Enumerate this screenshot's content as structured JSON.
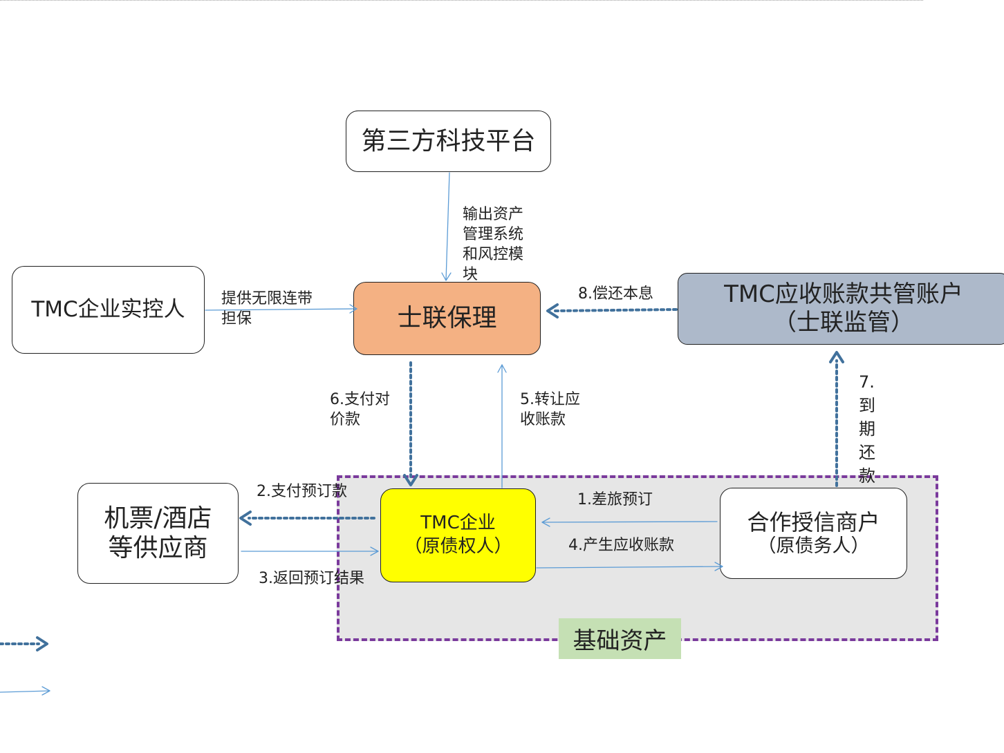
{
  "nodes": {
    "platform": "第三方科技平台",
    "controller": "TMC企业实控人",
    "factoring": "士联保理",
    "account": {
      "line1": "TMC应收账款共管账户",
      "line2": "（士联监管）"
    },
    "supplier": {
      "line1": "机票/酒店",
      "line2": "等供应商"
    },
    "tmc": {
      "line1": "TMC企业",
      "line2": "（原债权人）"
    },
    "merchant": {
      "line1": "合作授信商户",
      "line2": "（原债务人）"
    }
  },
  "region_label": "基础资产",
  "edges": {
    "platform_to_factoring": [
      "输出资产",
      "管理系统",
      "和风控模",
      "块"
    ],
    "guarantee": [
      "提供无限连带",
      "担保"
    ],
    "repay": "8.偿还本息",
    "pay_consideration": [
      "6.支付对",
      "价款"
    ],
    "transfer_receivable": [
      "5.转让应",
      "收账款"
    ],
    "due_repay": [
      "7.",
      "到",
      "期",
      "还",
      "款"
    ],
    "pay_booking": "2.支付预订款",
    "return_result": "3.返回预订结果",
    "travel_booking": "1.差旅预订",
    "generate_receivable": "4.产生应收账款"
  },
  "colors": {
    "factoring_fill": "#f4b183",
    "account_fill": "#adb9ca",
    "tmc_fill": "#ffff00",
    "region_fill": "#e6e6e6",
    "region_border": "#7a3a9c",
    "label_fill": "#c5e0b4",
    "money_flow": "#41719c",
    "info_flow": "#5b9bd5"
  }
}
